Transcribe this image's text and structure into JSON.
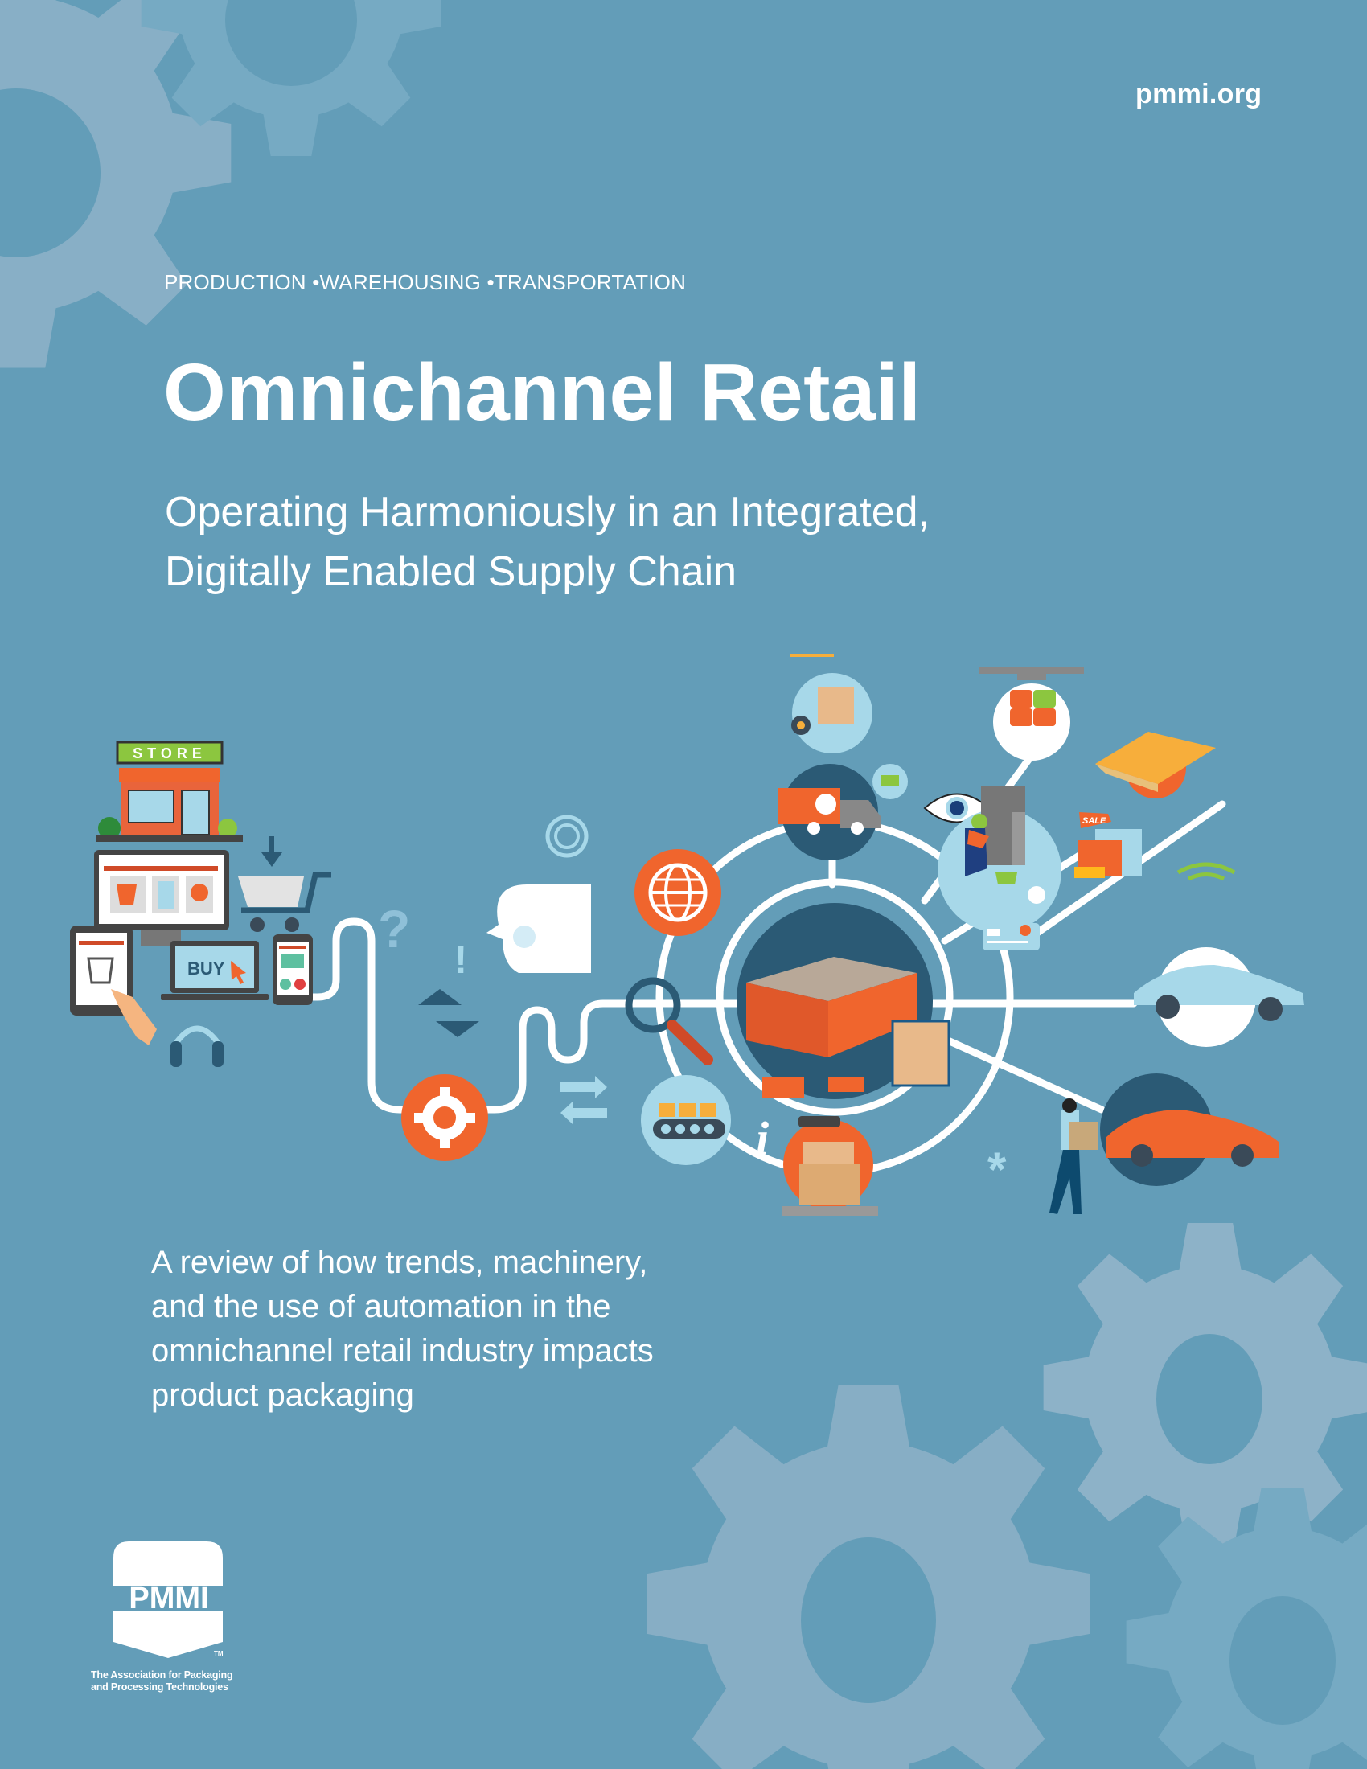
{
  "header": {
    "site_url": "pmmi.org"
  },
  "cover": {
    "kicker": "PRODUCTION •WAREHOUSING •TRANSPORTATION",
    "title": "Omnichannel Retail",
    "subtitle_line1": "Operating Harmoniously in an Integrated,",
    "subtitle_line2": "Digitally Enabled Supply Chain",
    "blurb_lines": [
      "A review of how trends, machinery,",
      "and the use of automation in the",
      "omnichannel retail industry impacts",
      "product packaging"
    ]
  },
  "illustration": {
    "store_sign": "STORE",
    "laptop_button": "BUY",
    "sale_tag": "SALE",
    "symbols": {
      "question": "?",
      "exclamation": "!",
      "info": "i",
      "asterisk": "*"
    },
    "icons": [
      "store-icon",
      "desktop-shop-icon",
      "shopping-cart-icon",
      "tablet-cart-icon",
      "laptop-buy-icon",
      "phone-shop-icon",
      "headset-icon",
      "head-thinking-icon",
      "gear-icon",
      "sort-arrows-icon",
      "swap-arrows-icon",
      "globe-icon",
      "magnifier-icon",
      "conveyor-icon",
      "hand-truck-icon",
      "delivery-truck-icon",
      "eye-icon",
      "drone-icon",
      "parcel-icon",
      "shopper-fridge-icon",
      "shopping-bags-icon",
      "connected-car-icon",
      "credit-card-icon",
      "warehouse-icon",
      "scale-boxes-icon",
      "grocery-shopper-icon",
      "orange-car-icon"
    ]
  },
  "footer": {
    "logo_text": "PMMI",
    "trademark": "TM",
    "tagline_line1": "The Association for Packaging",
    "tagline_line2": "and Processing Technologies"
  },
  "colors": {
    "background": "#639db8",
    "gear_light": "#88afc6",
    "gear_mid": "#76aac3",
    "navy": "#2b5a75",
    "orange": "#f0652d",
    "light_blue": "#a7d8e9",
    "white": "#ffffff",
    "green": "#8cc63f",
    "box_tan": "#e8b98a"
  }
}
